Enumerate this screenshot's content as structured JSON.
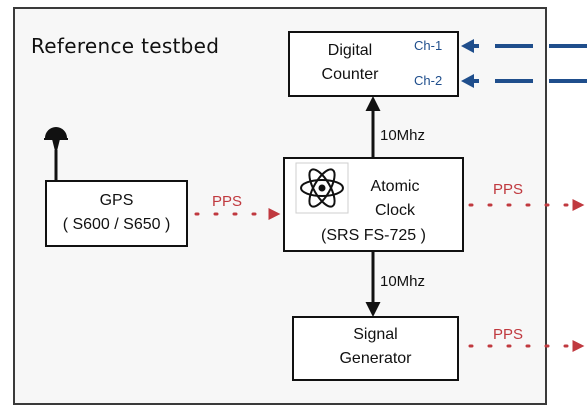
{
  "title": "Reference testbed",
  "counter": {
    "line1": "Digital",
    "line2": "Counter",
    "ch1": "Ch-1",
    "ch2": "Ch-2"
  },
  "gps": {
    "line1": "GPS",
    "line2": "( S600 / S650 )"
  },
  "clock": {
    "line1": "Atomic",
    "line2": "Clock",
    "line3": "(SRS FS-725 )"
  },
  "generator": {
    "line1": "Signal",
    "line2": "Generator"
  },
  "labels": {
    "freq_top": "10Mhz",
    "freq_bottom": "10Mhz",
    "pps_gps": "PPS",
    "pps_clock": "PPS",
    "pps_generator": "PPS"
  },
  "colors": {
    "pps": "#c0393f",
    "channel": "#1f4e8c",
    "frame": "#3a3a3a"
  },
  "icons": {
    "clock": "atom-icon",
    "antenna": "gps-antenna-icon"
  }
}
